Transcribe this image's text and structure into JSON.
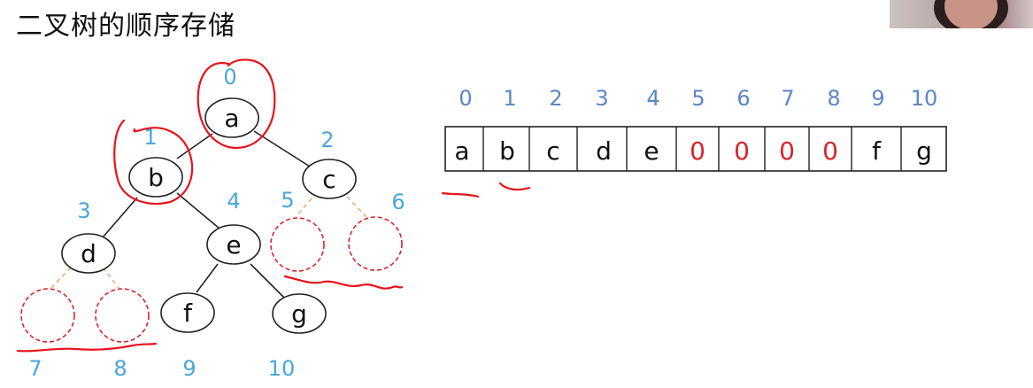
{
  "title": "二叉树的顺序存储",
  "tree": {
    "nodes": [
      {
        "label": "a",
        "index": "0"
      },
      {
        "label": "b",
        "index": "1"
      },
      {
        "label": "c",
        "index": "2"
      },
      {
        "label": "d",
        "index": "3"
      },
      {
        "label": "e",
        "index": "4"
      },
      {
        "label": "",
        "index": "5",
        "empty": true
      },
      {
        "label": "",
        "index": "6",
        "empty": true
      },
      {
        "label": "",
        "index": "7",
        "empty": true
      },
      {
        "label": "",
        "index": "8",
        "empty": true
      },
      {
        "label": "f",
        "index": "9"
      },
      {
        "label": "g",
        "index": "10"
      }
    ]
  },
  "array": {
    "indices": [
      "0",
      "1",
      "2",
      "3",
      "4",
      "5",
      "6",
      "7",
      "8",
      "9",
      "10"
    ],
    "cells": [
      "a",
      "b",
      "c",
      "d",
      "e",
      "0",
      "0",
      "0",
      "0",
      "f",
      "g"
    ]
  },
  "colors": {
    "index_blue": "#4aa6dc",
    "array_index_blue": "#5b86c6",
    "null_red": "#d9252a",
    "ink_red": "#e8121b",
    "dashed_edge": "#f0a060"
  }
}
